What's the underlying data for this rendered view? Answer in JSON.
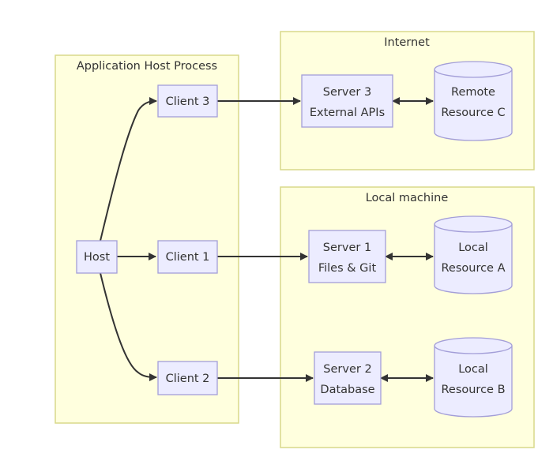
{
  "groups": {
    "host_process": "Application Host Process",
    "internet": "Internet",
    "local_machine": "Local machine"
  },
  "nodes": {
    "host": "Host",
    "client1": "Client 1",
    "client2": "Client 2",
    "client3": "Client 3",
    "server1": [
      "Server 1",
      "Files & Git"
    ],
    "server2": [
      "Server 2",
      "Database"
    ],
    "server3": [
      "Server 3",
      "External APIs"
    ],
    "resource_a": [
      "Local",
      "Resource A"
    ],
    "resource_b": [
      "Local",
      "Resource B"
    ],
    "resource_c": [
      "Remote",
      "Resource C"
    ]
  },
  "colors": {
    "group_fill": "#ffffde",
    "group_stroke": "#d8d98a",
    "node_fill": "#ececff",
    "node_stroke": "#a39ed8",
    "edge": "#333333"
  }
}
